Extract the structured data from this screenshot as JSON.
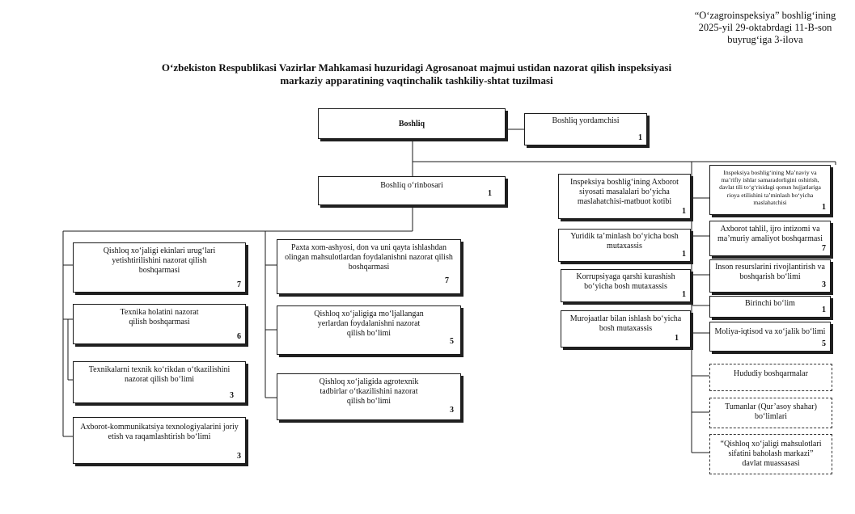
{
  "stamp": "“O‘zagroinspeksiya” boshlig‘ining\n2025-yil 29-oktabrdagi 11-B-son\nbuyrug‘iga 3-ilova",
  "title": "O‘zbekiston Respublikasi Vazirlar Mahkamasi huzuridagi Agrosanoat majmui ustidan nazorat qilish inspeksiyasi\nmarkaziy apparatining vaqtinchalik tashkiliy-shtat tuzilmasi",
  "nodes": {
    "boshliq": {
      "label": "Boshliq"
    },
    "yordamchi": {
      "label": "Boshliq yordamchisi",
      "count": "1"
    },
    "orinbosar": {
      "label": "Boshliq o‘rinbosari",
      "count": "1"
    },
    "ekinlar": {
      "label": "Qishloq xo‘jaligi ekinlari urug‘lari\nyetishtirilishini nazorat qilish\nboshqarmasi",
      "count": "7"
    },
    "texnika_holati": {
      "label": "Texnika holatini nazorat\nqilish boshqarmasi",
      "count": "6"
    },
    "texnik_korik": {
      "label": "Texnikalarni texnik ko‘rikdan o‘tkazilishini\nnazorat qilish bo‘limi",
      "count": "3"
    },
    "axborot_kommunikatsiya": {
      "label": "Axborot-kommunikatsiya texnologiyalarini joriy\netish va raqamlashtirish bo‘limi",
      "count": "3"
    },
    "paxta": {
      "label": "Paxta xom-ashyosi, don va uni qayta ishlashdan\nolingan mahsulotlardan foydalanishni nazorat qilish\nboshqarmasi",
      "count": "7"
    },
    "yerlar": {
      "label": "Qishloq xo‘jaligiga mo‘ljallangan\nyerlardan foydalanishni nazorat\nqilish bo‘limi",
      "count": "5"
    },
    "agrotexnik": {
      "label": "Qishloq xo‘jaligida agrotexnik\ntadbirlar o‘tkazilishini nazorat\nqilish bo‘limi",
      "count": "3"
    },
    "matbuot": {
      "label": "Inspeksiya boshlig‘ining Axborot\nsiyosati masalalari bo‘yicha\nmaslahatchisi-matbuot kotibi",
      "count": "1"
    },
    "yuridik": {
      "label": "Yuridik ta’minlash bo‘yicha bosh\nmutaxassis",
      "count": "1"
    },
    "korrupsiya": {
      "label": "Korrupsiyaga qarshi kurashish\nbo‘yicha bosh mutaxassis",
      "count": "1"
    },
    "murojaatlar": {
      "label": "Murojaatlar bilan ishlash bo‘yicha\nbosh mutaxassis",
      "count": "1"
    },
    "manaviy": {
      "label": "Inspeksiya boshlig‘ining Ma’naviy va\nma’rifiy ishlar samaradorligini oshirish,\ndavlat tili to‘g‘risidagi qonun hujjatlariga\nrioya etilishini ta’minlash bo‘yicha\nmaslahatchisi",
      "count": "1"
    },
    "axborot_tahlil": {
      "label": "Axborot tahlil, ijro intizomi va\nma’muriy amaliyot boshqarmasi",
      "count": "7"
    },
    "inson": {
      "label": "Inson resurslarini rivojlantirish va\nboshqarish bo‘limi",
      "count": "3"
    },
    "birinchi": {
      "label": "Birinchi bo‘lim",
      "count": "1"
    },
    "moliya": {
      "label": "Moliya-iqtisod va xo‘jalik bo‘limi",
      "count": "5"
    },
    "hududiy": {
      "label": "Hududiy boshqarmalar"
    },
    "tumanlar": {
      "label": "Tumanlar (Qur’asoy shahar)\nbo‘limlari"
    },
    "sifat": {
      "label": "“Qishloq xo‘jaligi mahsulotlari\nsifatini baholash markazi”\ndavlat muassasasi"
    }
  }
}
